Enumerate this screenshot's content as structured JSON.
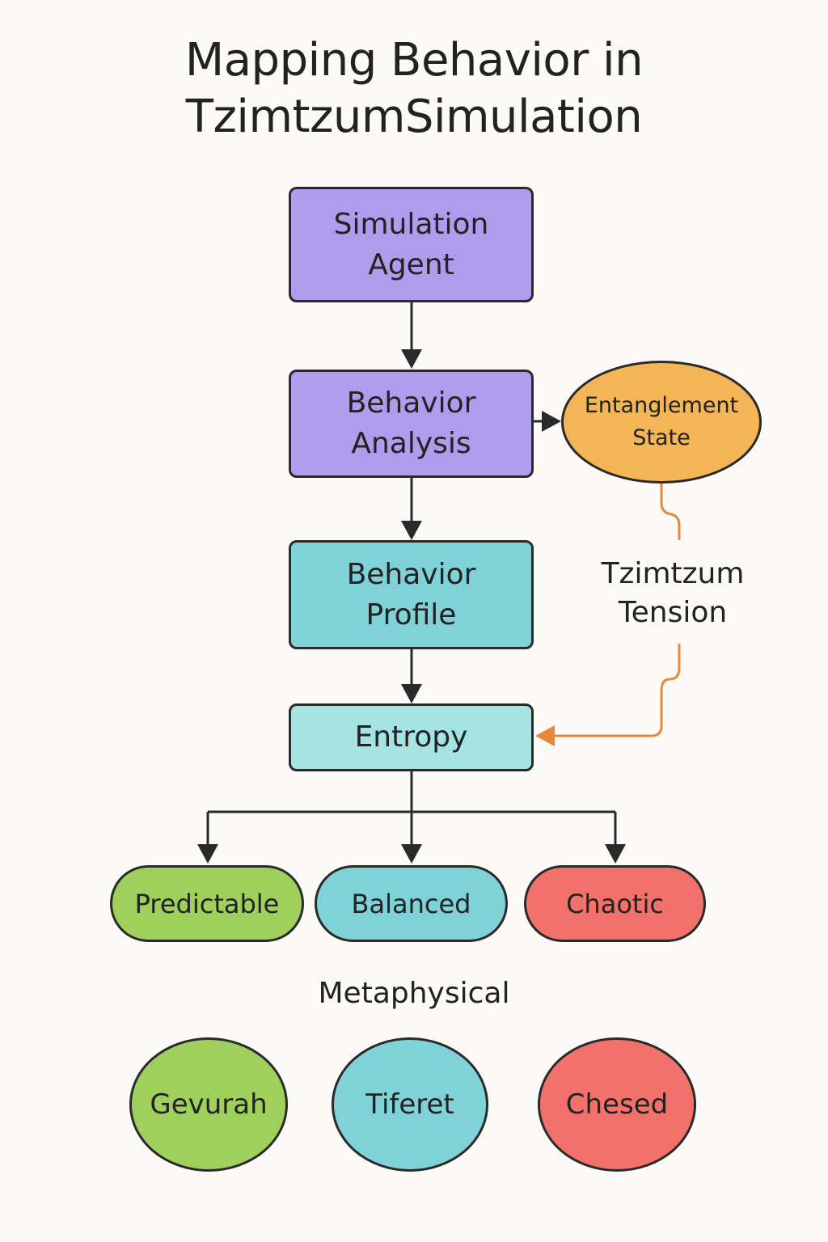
{
  "title": {
    "line1": "Mapping Behavior in",
    "line2": "TzimtzumSimulation"
  },
  "nodes": {
    "simulation_agent": {
      "line1": "Simulation",
      "line2": "Agent",
      "color": "#ae9ded"
    },
    "behavior_analysis": {
      "line1": "Behavior",
      "line2": "Analysis",
      "color": "#ae9ded"
    },
    "entanglement_state": {
      "line1": "Entanglement",
      "line2": "State",
      "color": "#f4b557"
    },
    "tzimtzum_tension": {
      "line1": "Tzimtzum",
      "line2": "Tension"
    },
    "behavior_profile": {
      "line1": "Behavior",
      "line2": "Profile",
      "color": "#7fd3d8"
    },
    "entropy": {
      "label": "Entropy",
      "color": "#a6e4e3"
    },
    "predictable": {
      "label": "Predictable",
      "color": "#9fd05c"
    },
    "balanced": {
      "label": "Balanced",
      "color": "#7fd3d8"
    },
    "chaotic": {
      "label": "Chaotic",
      "color": "#f2716b"
    }
  },
  "metaphysical": {
    "heading": "Metaphysical",
    "gevurah": {
      "label": "Gevurah",
      "color": "#9fd05c"
    },
    "tiferet": {
      "label": "Tiferet",
      "color": "#7fd3d8"
    },
    "chesed": {
      "label": "Chesed",
      "color": "#f2716b"
    }
  },
  "colors": {
    "stroke": "#2a2a2a",
    "tension_arrow": "#e8893a",
    "background": "#fbfaf6"
  }
}
